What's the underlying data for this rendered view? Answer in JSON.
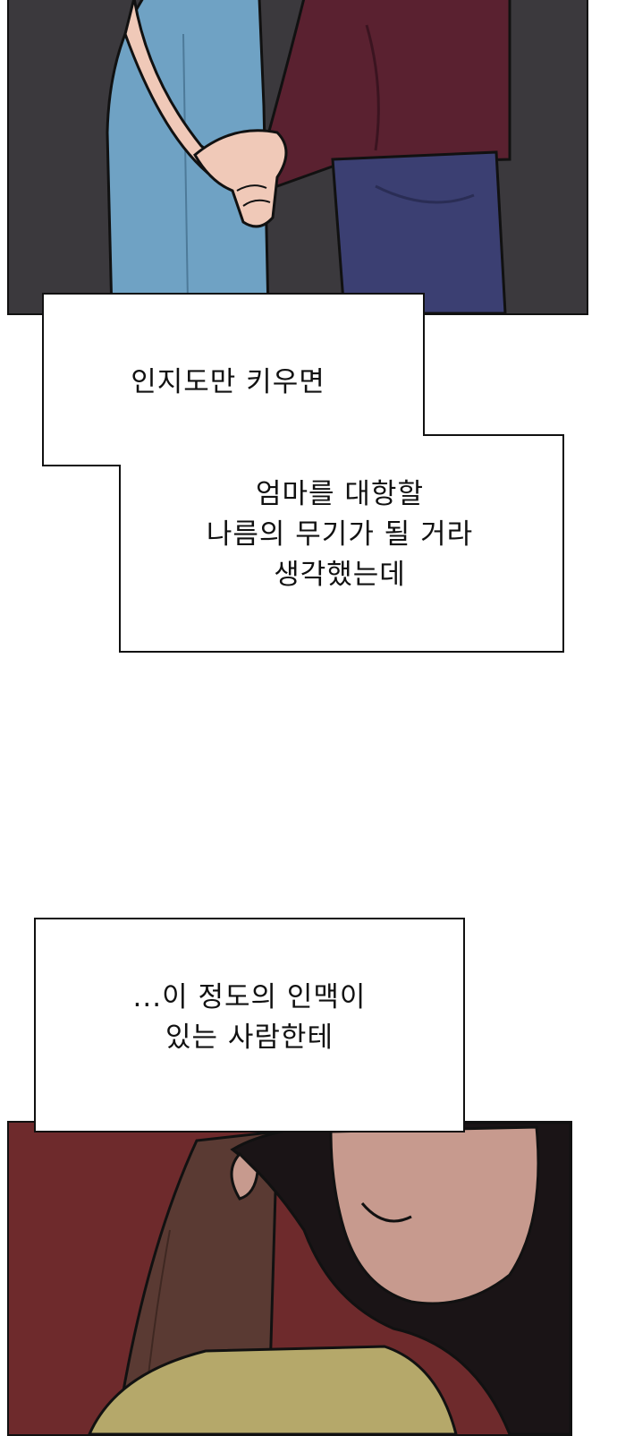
{
  "captions": {
    "first": {
      "line1": "인지도만 키우면"
    },
    "second": {
      "line1": "엄마를 대항할",
      "line2": "나름의 무기가 될 거라",
      "line3": "생각했는데"
    },
    "third": {
      "line1": "...이 정도의 인맥이",
      "line2": "있는 사람한테"
    }
  },
  "colors": {
    "top_panel_bg": "#3b393d",
    "jeans_light": "#6fa2c4",
    "sweater": "#5a2130",
    "trousers": "#3b3f72",
    "skin": "#f0c9b8",
    "bottom_panel_bg": "#6e2a2c",
    "hair_brown": "#5a3a33",
    "hair_black": "#1a1416",
    "top_shirt": "#b5a86a",
    "face": "#c79a8e"
  }
}
